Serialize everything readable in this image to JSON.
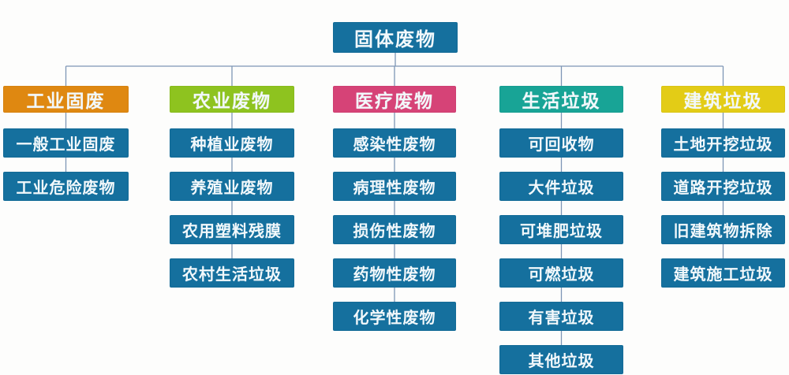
{
  "root": {
    "label": "固体废物",
    "color": "#15709e"
  },
  "style": {
    "item_color": "#15709e",
    "text_color": "#f2f8fb",
    "line_color": "#7e96b5",
    "background": "#fdfdfc"
  },
  "columns": [
    {
      "header": "工业固废",
      "color": "#df8811",
      "items": [
        "一般工业固废",
        "工业危险废物"
      ]
    },
    {
      "header": "农业废物",
      "color": "#8ec31f",
      "items": [
        "种植业废物",
        "养殖业废物",
        "农用塑料残膜",
        "农村生活垃圾"
      ]
    },
    {
      "header": "医疗废物",
      "color": "#d64377",
      "items": [
        "感染性废物",
        "病理性废物",
        "损伤性废物",
        "药物性废物",
        "化学性废物"
      ]
    },
    {
      "header": "生活垃圾",
      "color": "#18a496",
      "items": [
        "可回收物",
        "大件垃圾",
        "可堆肥垃圾",
        "可燃垃圾",
        "有害垃圾",
        "其他垃圾"
      ]
    },
    {
      "header": "建筑垃圾",
      "color": "#e3cc16",
      "items": [
        "土地开挖垃圾",
        "道路开挖垃圾",
        "旧建筑物拆除",
        "建筑施工垃圾"
      ]
    }
  ]
}
